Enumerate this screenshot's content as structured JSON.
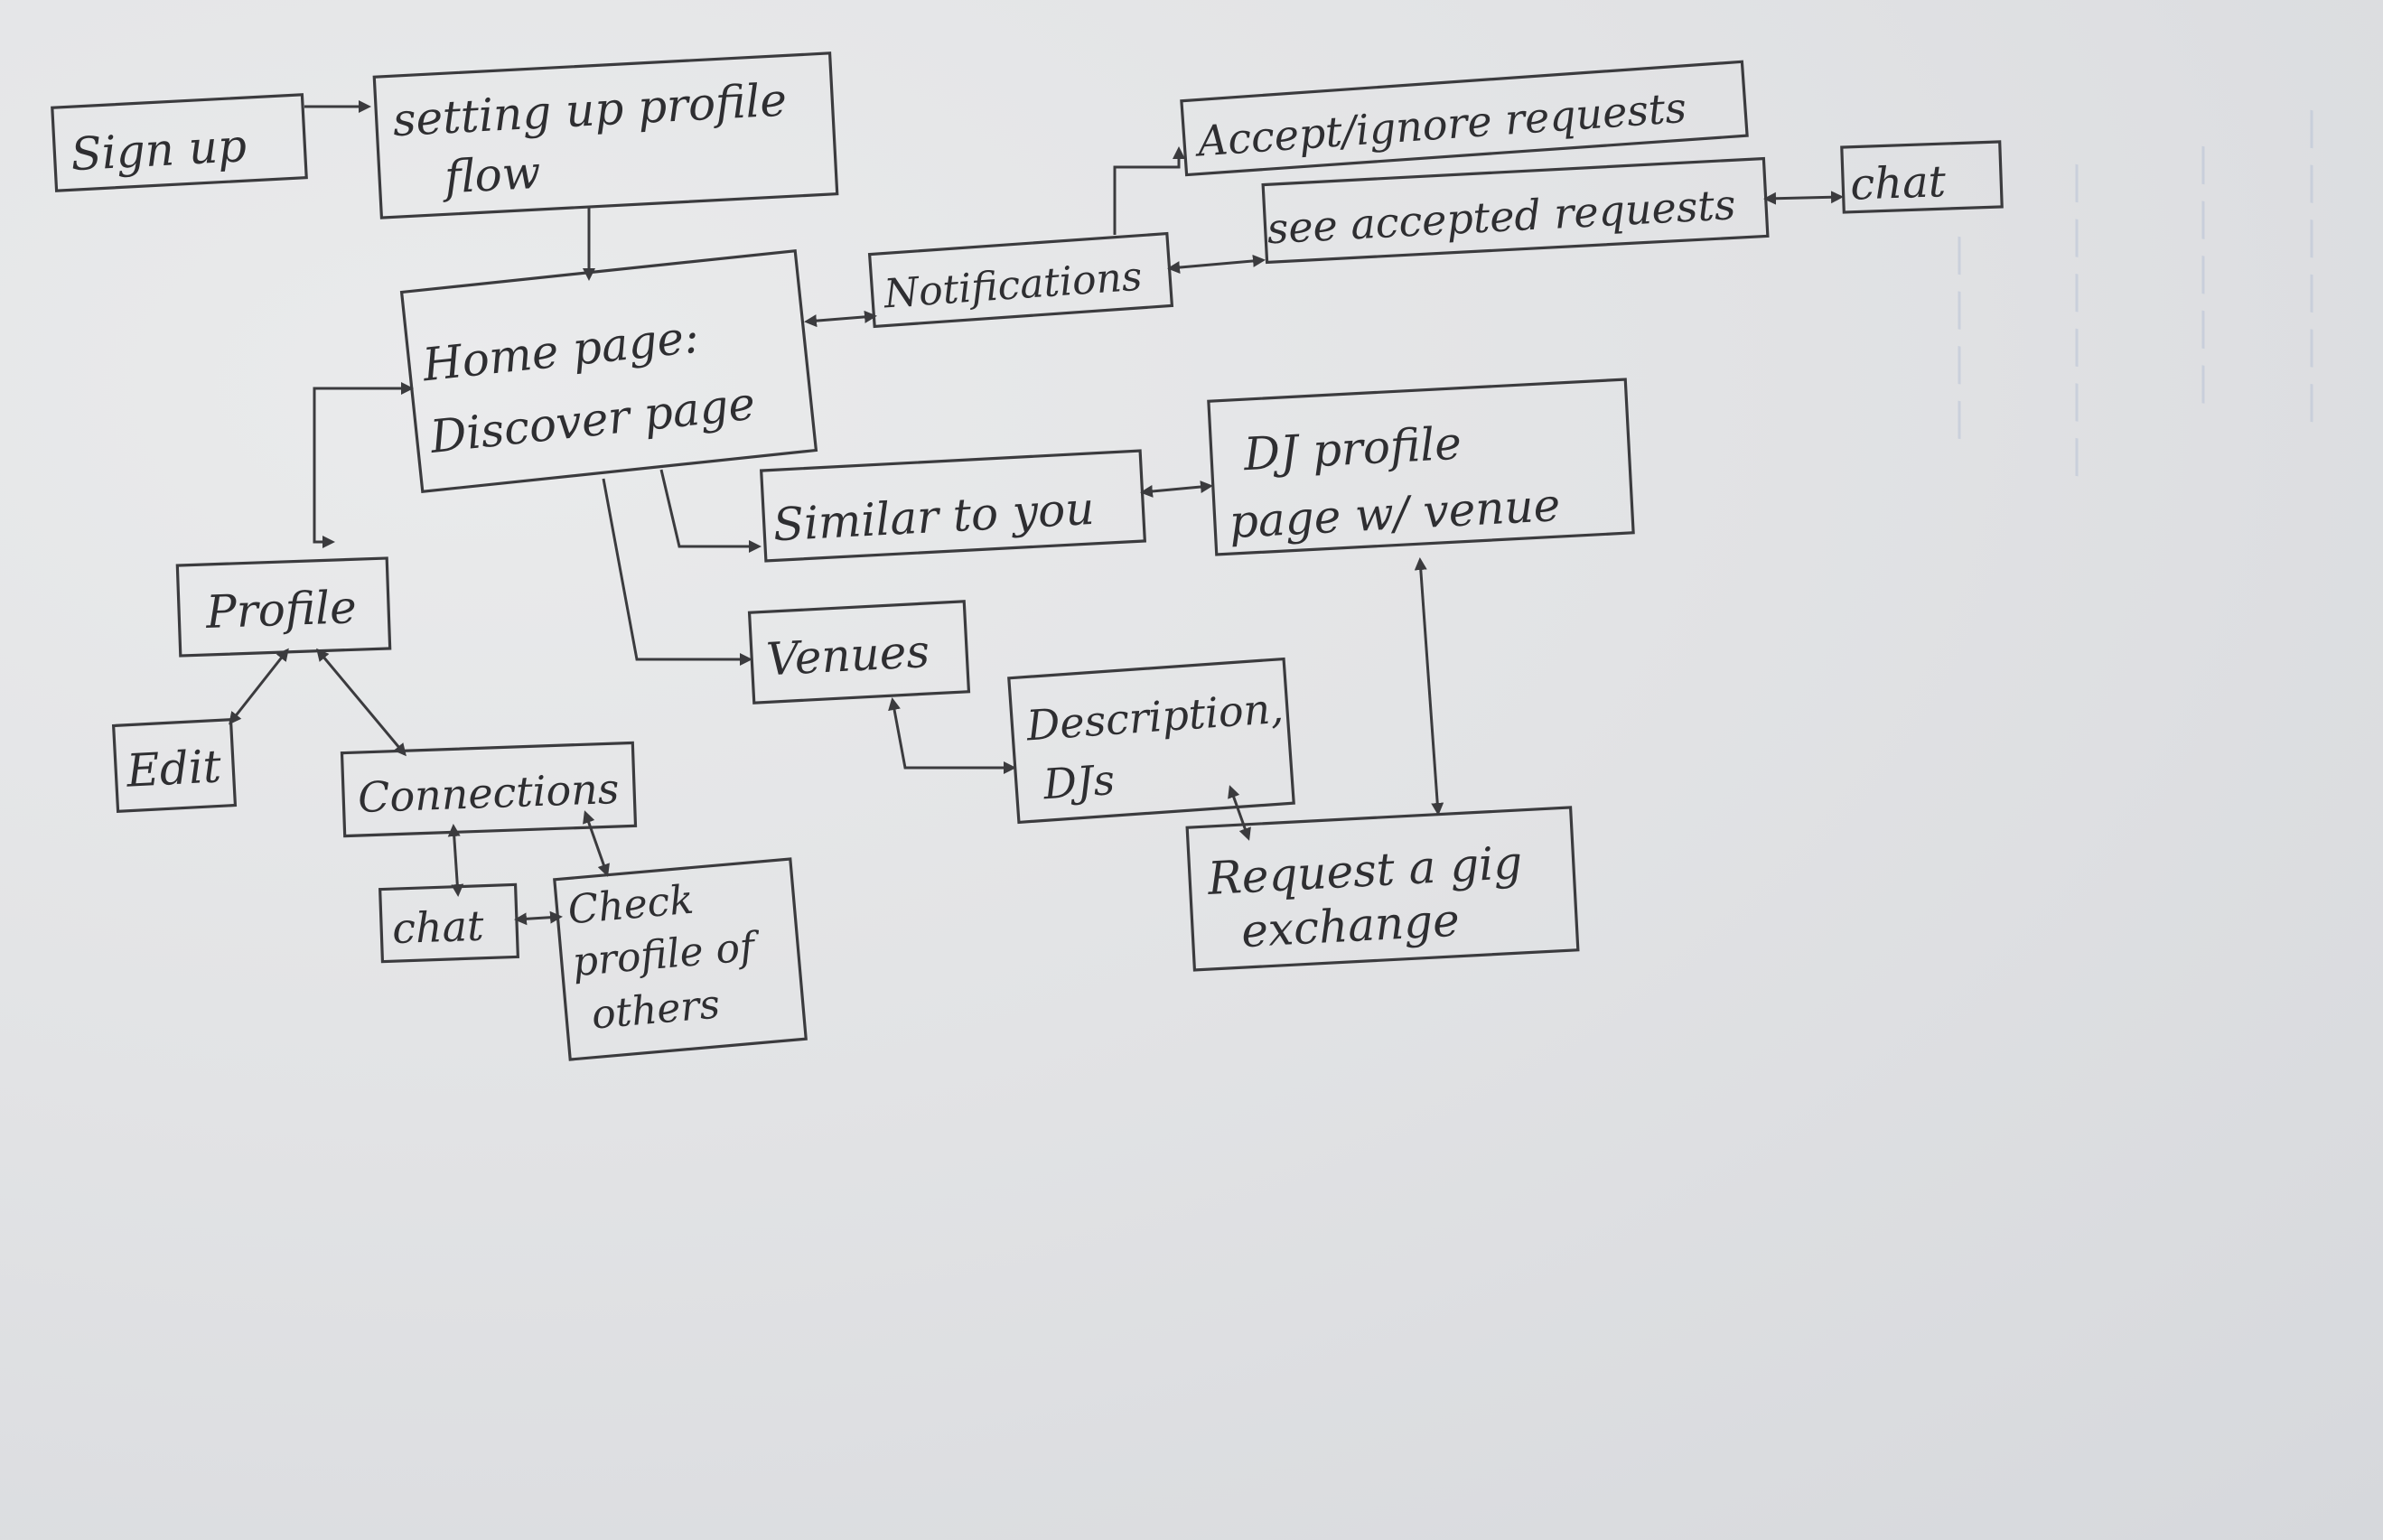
{
  "nodes": {
    "sign_up": "Sign up",
    "setting_up_profile": [
      "setting up profile",
      "flow"
    ],
    "home_page": [
      "Home page:",
      "Discover page"
    ],
    "notifications": "Notifications",
    "accept_ignore": "Accept/ignore requests",
    "see_accepted": "see accepted requests",
    "chat_top": "chat",
    "similar_to_you": "Similar to you",
    "dj_profile": [
      "DJ profile",
      "page w/ venue"
    ],
    "profile": "Profile",
    "edit": "Edit",
    "connections": "Connections",
    "venues": "Venues",
    "description": [
      "Description,",
      "DJs"
    ],
    "request_gig": [
      "Request a gig",
      "exchange"
    ],
    "chat_bottom": "chat",
    "check_profile": [
      "Check",
      "profile of",
      "others"
    ]
  },
  "colors": {
    "ink": "#3b3b3e",
    "paper": "#e2e3e5"
  }
}
